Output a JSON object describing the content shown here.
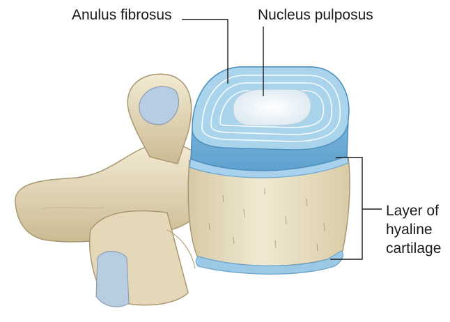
{
  "labels": {
    "anulus_fibrosus": "Anulus fibrosus",
    "nucleus_pulposus": "Nucleus pulposus",
    "hyaline_cartilage_line1": "Layer of",
    "hyaline_cartilage_line2": "hyaline",
    "hyaline_cartilage_line3": "cartilage"
  },
  "colors": {
    "bone": "#e9dfc2",
    "bone_shadow": "#b7a784",
    "disc": "#a9d4ec",
    "disc_rings": "#ffffff",
    "nucleus": "#eef3f7",
    "cartilage": "#9cc9e6",
    "leader_line": "#1a1a1a"
  }
}
